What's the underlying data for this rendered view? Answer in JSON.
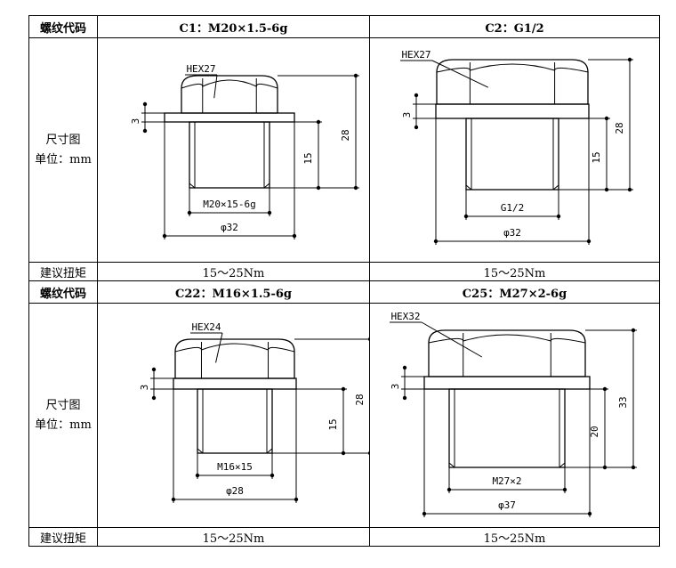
{
  "labels": {
    "thread_code": "螺纹代码",
    "dimension": "尺寸图",
    "unit": "单位：mm",
    "torque": "建议扭矩"
  },
  "items": [
    {
      "code": "C1：M20×1.5-6g",
      "torque": "15～25Nm",
      "hex": "HEX27",
      "flange": "3",
      "thread_len": "15",
      "total": "28",
      "thread": "M20×15-6g",
      "dia": "φ32"
    },
    {
      "code": "C2：G1/2",
      "torque": "15～25Nm",
      "hex": "HEX27",
      "flange": "3",
      "thread_len": "15",
      "total": "28",
      "thread": "G1/2",
      "dia": "φ32"
    },
    {
      "code": "C22：M16×1.5-6g",
      "torque": "15～25Nm",
      "hex": "HEX24",
      "flange": "3",
      "thread_len": "15",
      "total": "28",
      "thread": "M16×15",
      "dia": "φ28"
    },
    {
      "code": "C25：M27×2-6g",
      "torque": "15～25Nm",
      "hex": "HEX32",
      "flange": "3",
      "thread_len": "20",
      "total": "33",
      "thread": "M27×2",
      "dia": "φ37"
    }
  ]
}
